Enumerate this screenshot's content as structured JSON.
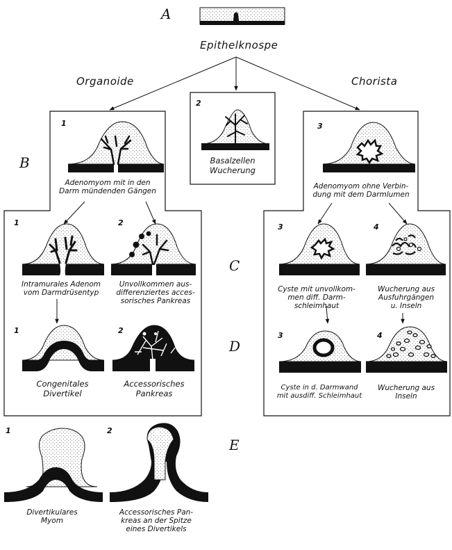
{
  "letters": {
    "a": "A",
    "b": "B",
    "c": "C",
    "d": "D",
    "e": "E"
  },
  "headings": {
    "epithelknospe": "Epithelknospe",
    "organoide": "Organoide",
    "chorista": "Chorista"
  },
  "numbers": {
    "one": "1",
    "two": "2",
    "three": "3",
    "four": "4"
  },
  "captions": {
    "b1": [
      "Adenomyom mit in den",
      "Darm mündenden Gängen"
    ],
    "b2": [
      "Basalzellen",
      "Wucherung"
    ],
    "b3": [
      "Adenomyom ohne Verbin-",
      "dung mit dem Darmlumen"
    ],
    "c1": [
      "Intramurales Adenom",
      "vom Darmdrüsentyp"
    ],
    "c2": [
      "Unvollkommen aus-",
      "differenziertes acces-",
      "sorisches Pankreas"
    ],
    "c3": [
      "Cyste mit unvollkom-",
      "men diff.  Darm-",
      "schleimhaut"
    ],
    "c4": [
      "Wucherung aus",
      "Ausfuhrgängen",
      "u. Inseln"
    ],
    "d1": [
      "Congenitales",
      "Divertikel"
    ],
    "d2": [
      "Accessorisches",
      "Pankreas"
    ],
    "d3": [
      "Cyste in d. Darmwand",
      "mit ausdiff. Schleimhaut"
    ],
    "d4": [
      "Wucherung aus",
      "Inseln"
    ],
    "e1": [
      "Divertikulares",
      "Myom"
    ],
    "e2": [
      "Accessorisches Pan-",
      "kreas an der Spitze",
      "eines Divertikels"
    ]
  }
}
